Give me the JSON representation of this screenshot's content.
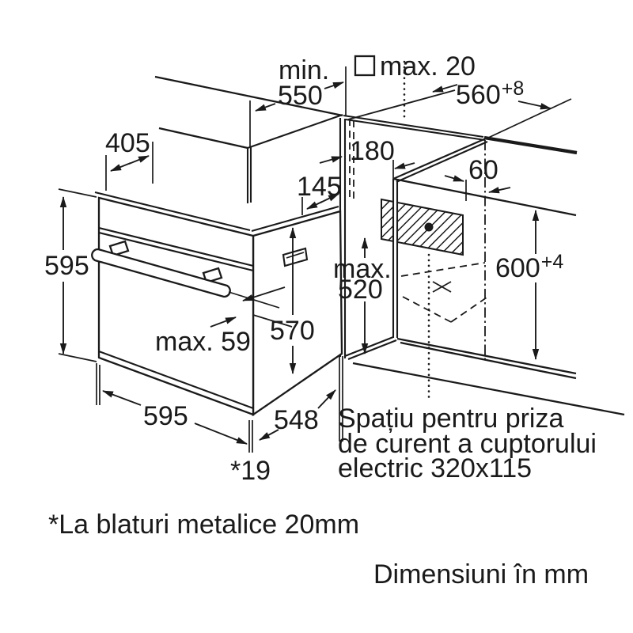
{
  "dims": {
    "min550": {
      "l1": "min.",
      "l2": "550"
    },
    "max20": "max. 20",
    "d560": {
      "v": "560",
      "sup": "+8"
    },
    "d405": "405",
    "d180": "180",
    "d60": "60",
    "d145": "145",
    "d595l": "595",
    "max520": {
      "l1": "max.",
      "l2": "520"
    },
    "d600": {
      "v": "600",
      "sup": "+4"
    },
    "max59": "max. 59",
    "d570": "570",
    "d595b": "595",
    "d548": "548",
    "d19": "*19"
  },
  "notes": {
    "socket1": "Spațiu pentru priza",
    "socket2": "de curent a cuptorului",
    "socket3": "electric 320x115",
    "footnote": "*La blaturi metalice 20mm",
    "units": "Dimensiuni în mm"
  },
  "colors": {
    "line": "#1a1a1a",
    "bg": "#ffffff"
  }
}
